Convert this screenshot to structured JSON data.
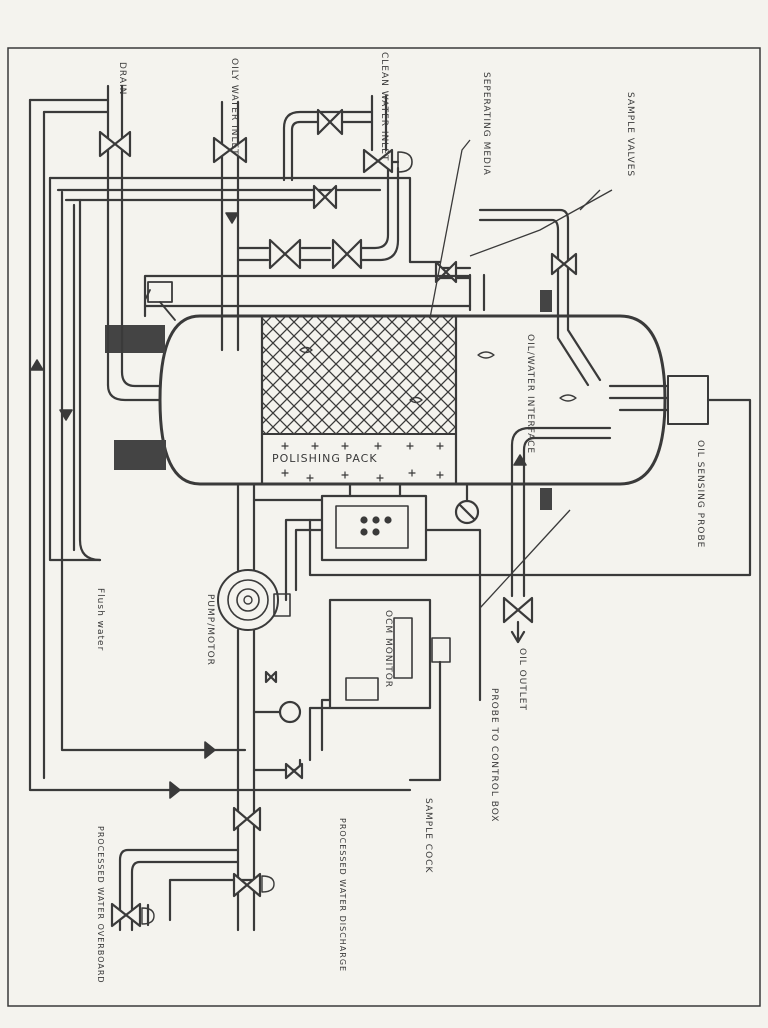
{
  "labels": {
    "drain": "DRAIN",
    "oily_water_inlet": "OILY WATER INLET",
    "clean_water_inlet": "CLEAN WATER INLET",
    "separating_media": "SEPERATING MEDIA",
    "sample_valves": "SAMPLE VALVES",
    "oil_water_interface": "OIL/WATER INTERFACE",
    "polishing_pack": "POLISHING PACK",
    "oil_sensing_probe": "OIL SENSING PROBE",
    "oil_outlet": "OIL OUTLET",
    "probe_to_control_box": "PROBE TO CONTROL BOX",
    "ocm_monitor": "OCM MONITOR",
    "pump_motor": "PUMP/MOTOR",
    "flush_water": "Flush water",
    "sample_cock": "SAMPLE COCK",
    "processed_water_discharge": "PROCESSED WATER DISCHARGE",
    "processed_water_overboard": "PROCESSED WATER OVERBOARD"
  },
  "colors": {
    "paper": "#f4f3ee",
    "ink": "#3a3a3a",
    "dark_fill": "#444444"
  }
}
